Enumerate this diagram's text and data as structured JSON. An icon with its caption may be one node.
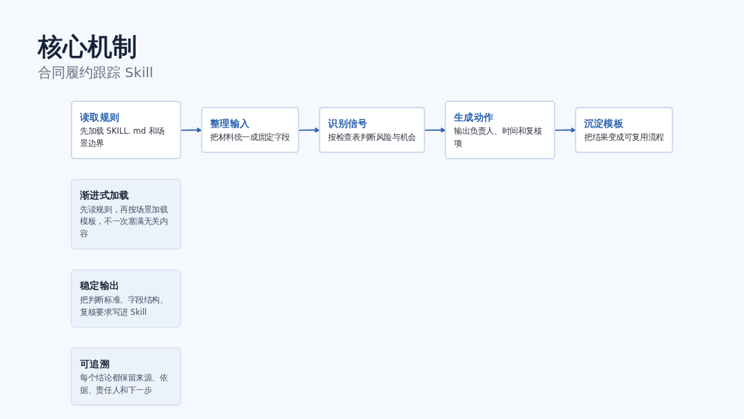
{
  "diagram": {
    "title": "核心机制",
    "nodes": [
      {
        "text": [
          "读取规则",
          "先加载 SKILL. md 和场景边界"
        ]
      },
      {
        "text": [
          "整理输入",
          "把材料统一成固定字段"
        ]
      },
      {
        "text": [
          "识别信号",
          "按检查表判断风险与机会"
        ]
      },
      {
        "text": [
          "生成动作",
          "输出负责人、时间和复核项"
        ]
      },
      {
        "text": [
          "沉淀模板",
          "把结果变成可复用流程"
        ]
      },
      {
        "text": [
          "渐进式加载",
          "先读规则，再按场景加载模板，不一次塞满无关内容"
        ]
      },
      {
        "text": [
          "稳定输出",
          "把判断标准、字段结构、复核要求写进 Skill"
        ]
      },
      {
        "text": [
          "可追溯",
          "每个结论都保留来源、依据、责任人和下一步"
        ]
      }
    ],
    "edges": [
      {
        "from": 0,
        "to": 1,
        "arrow": "to"
      },
      {
        "from": 1,
        "to": 2,
        "arrow": "to"
      },
      {
        "from": 2,
        "to": 3,
        "arrow": "to"
      },
      {
        "from": 3,
        "to": 4,
        "arrow": "to"
      }
    ],
    "labels": [
      "合同履约跟踪 Skill"
    ]
  }
}
